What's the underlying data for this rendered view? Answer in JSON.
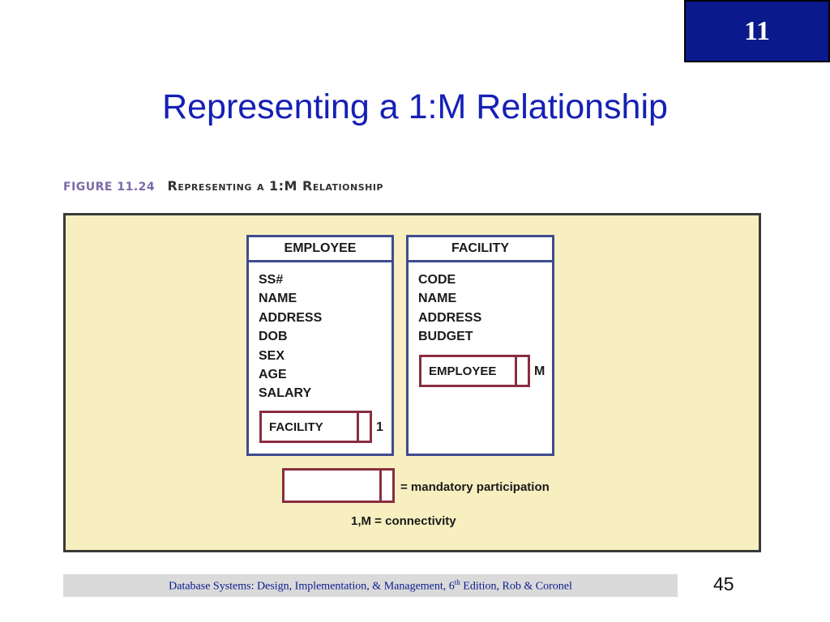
{
  "slide": {
    "chapter_number": "11",
    "title": "Representing a 1:M Relationship",
    "page_number": "45"
  },
  "figure": {
    "number": "FIGURE 11.24",
    "caption": "Representing a 1:M Relationship",
    "entities": [
      {
        "name": "EMPLOYEE",
        "attributes": [
          "SS#",
          "NAME",
          "ADDRESS",
          "DOB",
          "SEX",
          "AGE",
          "SALARY"
        ],
        "relationship": {
          "label": "FACILITY",
          "connectivity": "1"
        }
      },
      {
        "name": "FACILITY",
        "attributes": [
          "CODE",
          "NAME",
          "ADDRESS",
          "BUDGET"
        ],
        "relationship": {
          "label": "EMPLOYEE",
          "connectivity": "M"
        }
      }
    ],
    "legend": {
      "mandatory": "= mandatory participation",
      "connectivity": "1,M = connectivity"
    }
  },
  "footer": {
    "text_before": "Database Systems: Design, Implementation, & Management, 6",
    "superscript": "th",
    "text_after": " Edition, Rob & Coronel"
  },
  "colors": {
    "chapter_badge": "#0a1a8c",
    "title": "#1620b4",
    "panel_background": "#f8efc0",
    "entity_border": "#3e4c8e",
    "relationship_border": "#8a2d40"
  }
}
